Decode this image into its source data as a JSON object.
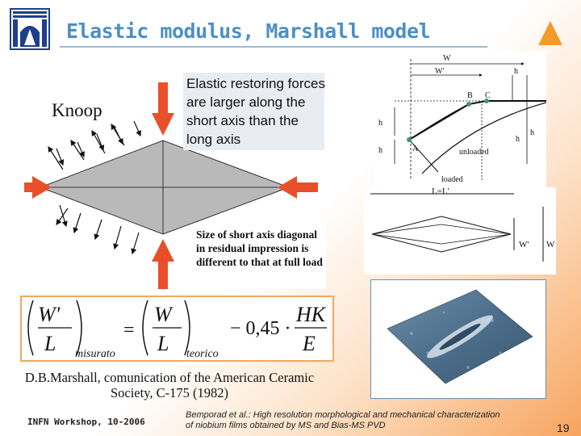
{
  "slide": {
    "title": "Elastic modulus, Marshall model",
    "panel": {
      "knoop_label": "Knoop",
      "note_text": "Elastic restoring forces are larger along the short axis than the long axis",
      "short_axis_text": "Size of short axis diagonal in residual impression is different to that at full load"
    },
    "formula": {
      "lhs_num": "W'",
      "lhs_den": "L",
      "lhs_sub": "misurato",
      "rhs_num": "W",
      "rhs_den": "L",
      "rhs_sub": "teorico",
      "coef": "− 0,45 ·",
      "frac_num": "HK",
      "frac_den": "E",
      "eq": "="
    },
    "reference": "D.B.Marshall, comunication of the American Ceramic Society, C-175 (1982)",
    "footer": {
      "left": "INFN Workshop, 10-2006",
      "middle": "Bemporad et al.: High resolution morphological and mechanical characterization of niobium films obtained by MS and Bias-MS PVD",
      "page_number": "19"
    },
    "diagram_profile": {
      "W": "W",
      "W_prime": "W'",
      "B": "B",
      "C": "C",
      "A": "A",
      "h_s": "h",
      "h_r": "h",
      "h_e": "h",
      "h_p": "h",
      "h_t": "h",
      "unloaded": "unloaded",
      "loaded": "loaded"
    },
    "diagram_rhombus": {
      "L_label": "L=L'",
      "W_prime": "W'",
      "W": "W"
    },
    "colors": {
      "title": "#4b8fc6",
      "arrow": "#e8502a",
      "formula_border": "#f0a860",
      "logo": "#1e3f8a"
    }
  }
}
